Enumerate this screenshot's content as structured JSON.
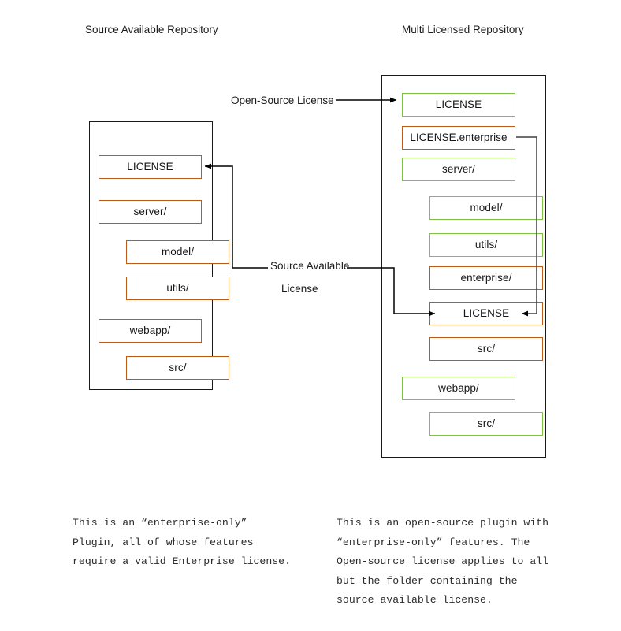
{
  "palette": {
    "enterprise": "#bf5b17",
    "open_source": "#7dc242",
    "outline": "#1a1a1a",
    "wire_dark": "#000000",
    "wire_gray": "#666666",
    "background": "#ffffff"
  },
  "columns": {
    "left": {
      "title": "Source Available Repository",
      "caption": "This is an “enterprise-only”\nPlugin, all of whose features\nrequire a valid Enterprise license.",
      "nodes": [
        {
          "label": "LICENSE",
          "license": "enterprise",
          "indent": 0
        },
        {
          "label": "server/",
          "license": "enterprise",
          "indent": 0
        },
        {
          "label": "model/",
          "license": "enterprise",
          "indent": 1
        },
        {
          "label": "utils/",
          "license": "enterprise",
          "indent": 1
        },
        {
          "label": "webapp/",
          "license": "enterprise",
          "indent": 0
        },
        {
          "label": "src/",
          "license": "enterprise",
          "indent": 1
        }
      ]
    },
    "right": {
      "title": "Multi Licensed Repository",
      "caption": "This is an open-source plugin with\n“enterprise-only” features. The\nOpen-source license applies to all\nbut the folder containing the\nsource available license.",
      "nodes": [
        {
          "label": "LICENSE",
          "license": "open_source",
          "indent": 0
        },
        {
          "label": "LICENSE.enterprise",
          "license": "enterprise",
          "indent": 0
        },
        {
          "label": "server/",
          "license": "open_source",
          "indent": 0
        },
        {
          "label": "model/",
          "license": "open_source",
          "indent": 1
        },
        {
          "label": "utils/",
          "license": "open_source",
          "indent": 1
        },
        {
          "label": "enterprise/",
          "license": "enterprise",
          "indent": 1
        },
        {
          "label": "LICENSE",
          "license": "enterprise",
          "indent": 1
        },
        {
          "label": "src/",
          "license": "enterprise",
          "indent": 1
        },
        {
          "label": "webapp/",
          "license": "open_source",
          "indent": 0
        },
        {
          "label": "src/",
          "license": "open_source",
          "indent": 1
        }
      ]
    }
  },
  "edge_labels": {
    "open_source": "Open-Source License",
    "source_available_line1": "Source Available",
    "source_available_line2": "License"
  }
}
